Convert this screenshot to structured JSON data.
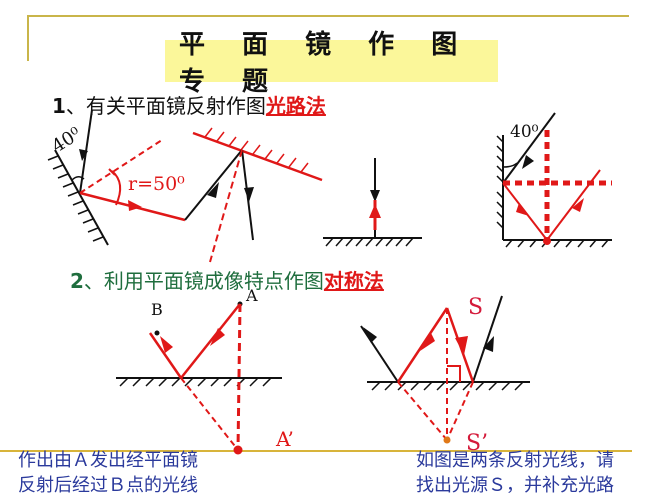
{
  "title": "平 面 镜 作 图 专 题",
  "section1": {
    "number": "1",
    "text": "、有关平面镜反射作图",
    "method": "光路法"
  },
  "section2": {
    "number": "2",
    "text": "、利用平面镜成像特点作图",
    "method": "对称法"
  },
  "diagrams": {
    "d1": {
      "angle_label": "40⁰",
      "reflect_label": "r=50⁰"
    },
    "d4": {
      "angle_label": "40⁰"
    },
    "d5": {
      "point_a": "A",
      "point_b": "B",
      "image_a": "A’"
    },
    "d6": {
      "source": "S",
      "image_s": "S’"
    }
  },
  "captions": {
    "left": [
      "作出由Ａ发出经平面镜",
      "反射后经过Ｂ点的光线"
    ],
    "right": [
      "如图是两条反射光线，请",
      "找出光源Ｓ，并补充光路"
    ]
  },
  "colors": {
    "frame": "#c9b54a",
    "title_bg": "#fbf79a",
    "ray_red": "#e01818",
    "section2_green": "#1f6e3e",
    "caption_blue": "#2b3a9c"
  }
}
